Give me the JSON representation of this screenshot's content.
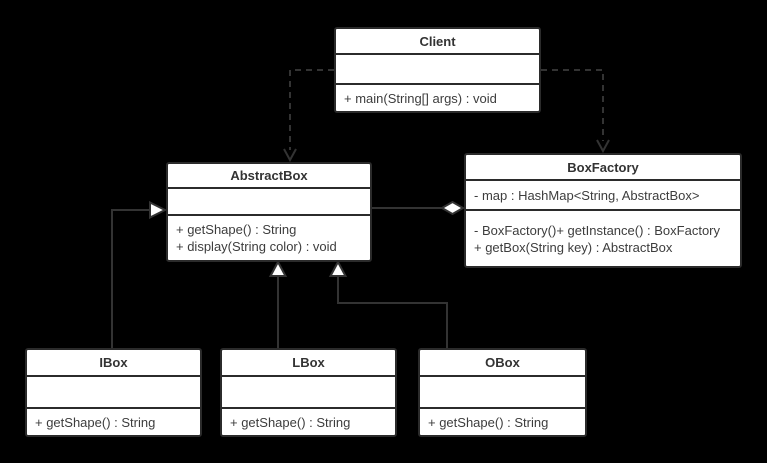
{
  "diagram": {
    "title": "Factory pattern UML class diagram",
    "colors": {
      "background": "#000000",
      "box_fill": "#ffffff",
      "border": "#2b2b2b",
      "line": "#333333",
      "text": "#3d3d3d"
    }
  },
  "classes": [
    {
      "id": "client",
      "name": "Client",
      "attributes": [],
      "methods": [
        "+ main(String[] args) : void"
      ]
    },
    {
      "id": "abstractbox",
      "name": "AbstractBox",
      "attributes": [],
      "methods": [
        "+ getShape() : String",
        "+ display(String color) : void"
      ]
    },
    {
      "id": "boxfactory",
      "name": "BoxFactory",
      "attributes": [
        "- map : HashMap<String, AbstractBox>"
      ],
      "methods": [
        "- BoxFactory()+ getInstance() : BoxFactory",
        "+ getBox(String key) : AbstractBox"
      ]
    },
    {
      "id": "ibox",
      "name": "IBox",
      "attributes": [],
      "methods": [
        "+ getShape() : String"
      ]
    },
    {
      "id": "lbox",
      "name": "LBox",
      "attributes": [],
      "methods": [
        "+ getShape() : String"
      ]
    },
    {
      "id": "obox",
      "name": "OBox",
      "attributes": [],
      "methods": [
        "+ getShape() : String"
      ]
    }
  ],
  "relationships": [
    {
      "from": "Client",
      "to": "AbstractBox",
      "type": "dependency",
      "line": "dashed",
      "head": "open-arrow"
    },
    {
      "from": "Client",
      "to": "BoxFactory",
      "type": "dependency",
      "line": "dashed",
      "head": "open-arrow"
    },
    {
      "from": "AbstractBox",
      "to": "BoxFactory",
      "type": "aggregation",
      "line": "solid",
      "head": "hollow-diamond"
    },
    {
      "from": "IBox",
      "to": "AbstractBox",
      "type": "inheritance",
      "line": "solid",
      "head": "hollow-triangle"
    },
    {
      "from": "LBox",
      "to": "AbstractBox",
      "type": "inheritance",
      "line": "solid",
      "head": "hollow-triangle"
    },
    {
      "from": "OBox",
      "to": "AbstractBox",
      "type": "inheritance",
      "line": "solid",
      "head": "hollow-triangle"
    }
  ]
}
